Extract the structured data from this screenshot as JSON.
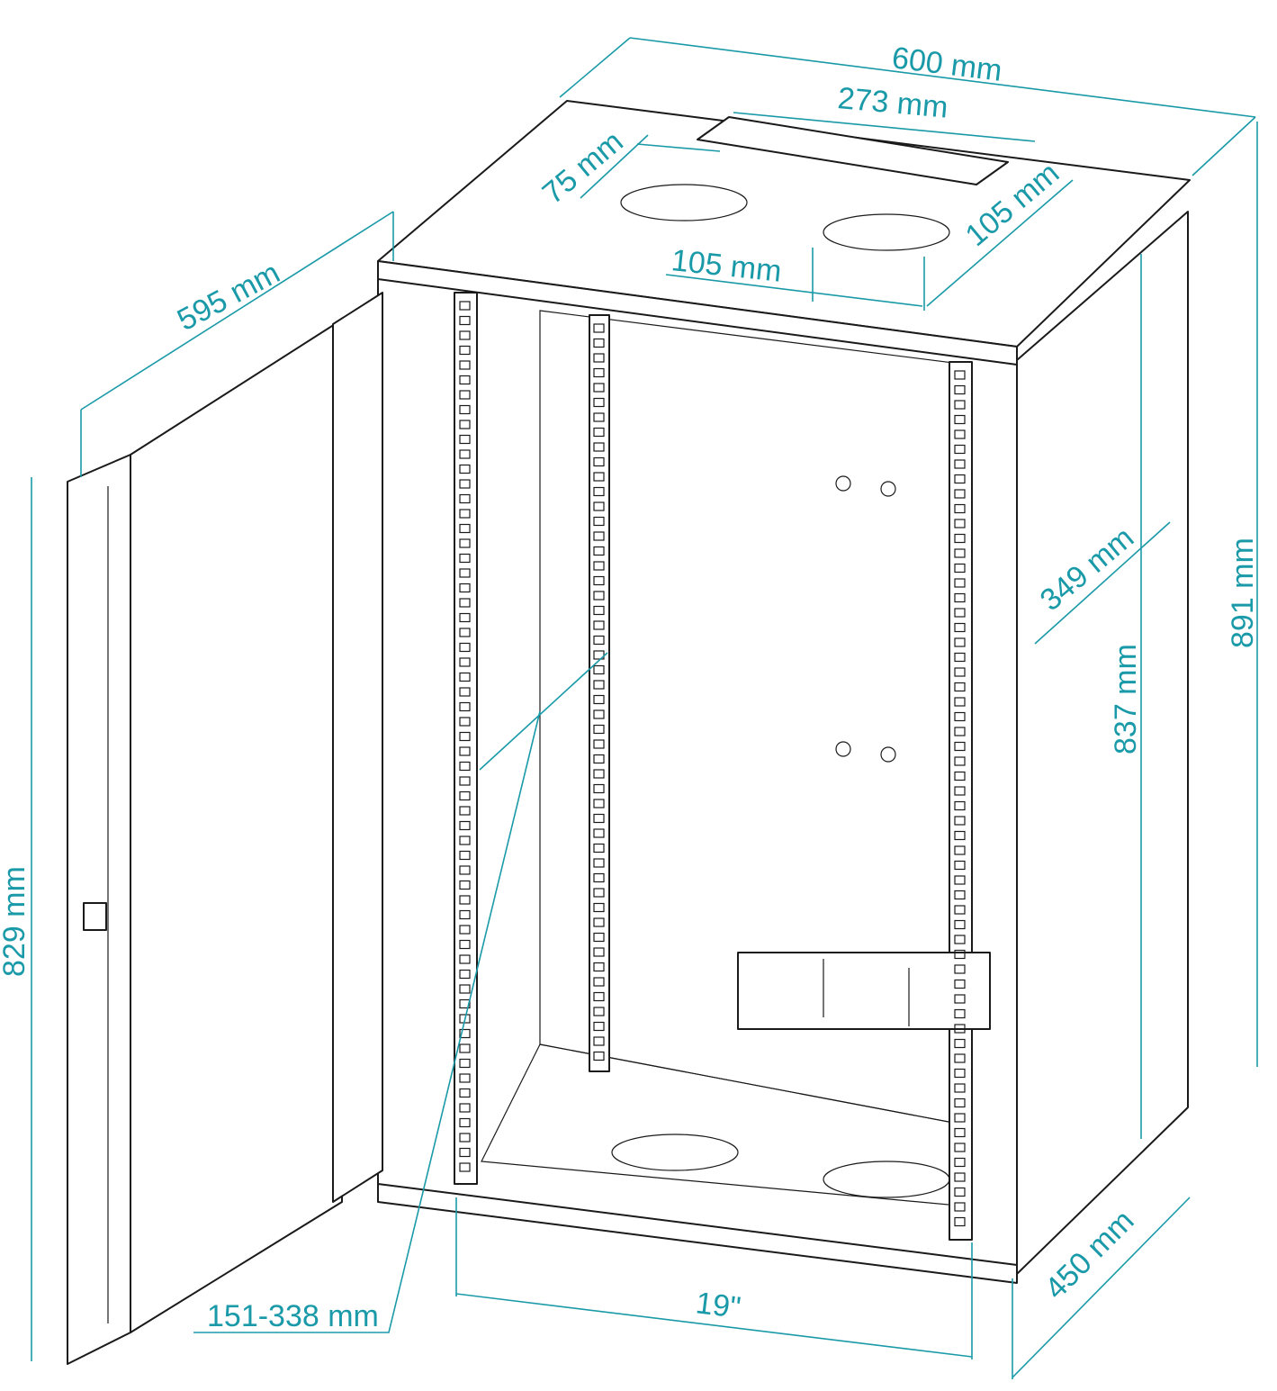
{
  "dimensions": {
    "width_total": "600 mm",
    "top_cutout_width": "273 mm",
    "top_cutout_depth": "75 mm",
    "fan_spacing_depth": "105 mm",
    "fan_spacing_width": "105 mm",
    "door_width": "595 mm",
    "side_depth": "349 mm",
    "usable_height": "837 mm",
    "total_height": "891 mm",
    "door_height": "829 mm",
    "rail_depth_range": "151-338 mm",
    "rack_width": "19\"",
    "total_depth": "450 mm"
  },
  "colors": {
    "dimension": "#1a9aa8",
    "line": "#1a1a1a"
  }
}
